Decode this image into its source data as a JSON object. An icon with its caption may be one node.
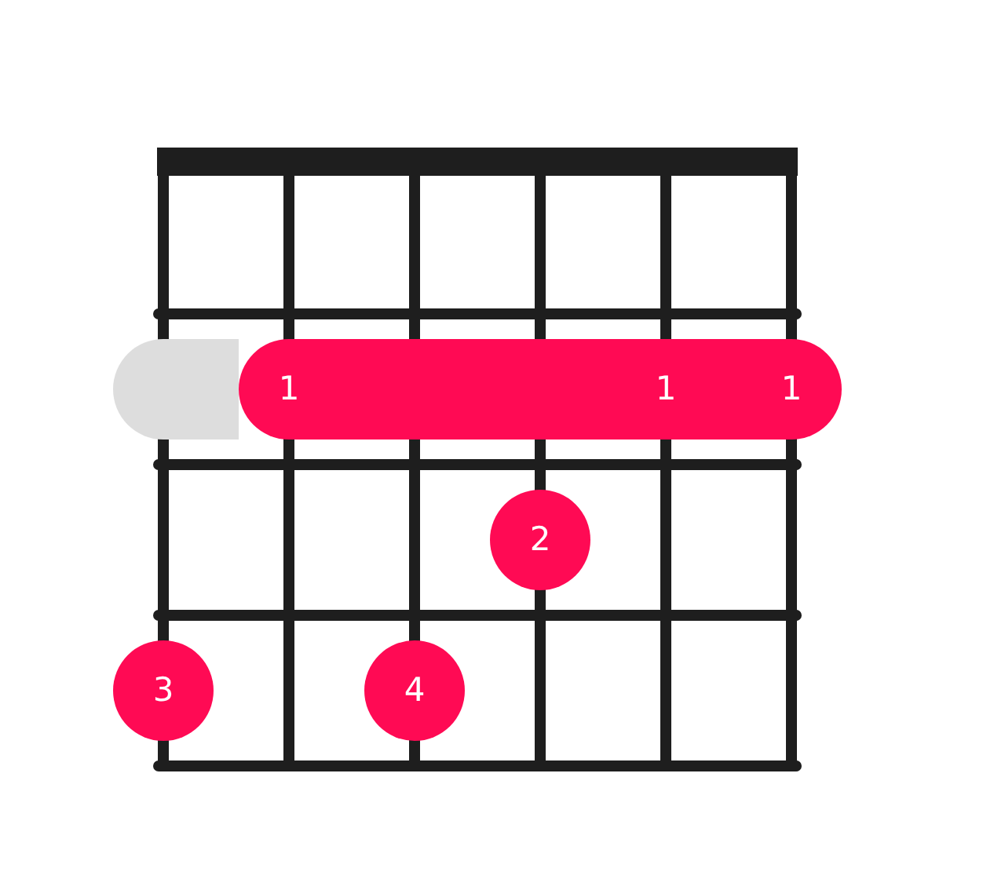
{
  "diagram": {
    "nodes": [
      {
        "text": [],
        "shape": "bar"
      },
      {
        "text": [
          "1",
          "1",
          "1"
        ]
      },
      {
        "text": [
          "2"
        ]
      },
      {
        "text": [
          "3"
        ]
      },
      {
        "text": [
          "4"
        ]
      }
    ]
  }
}
